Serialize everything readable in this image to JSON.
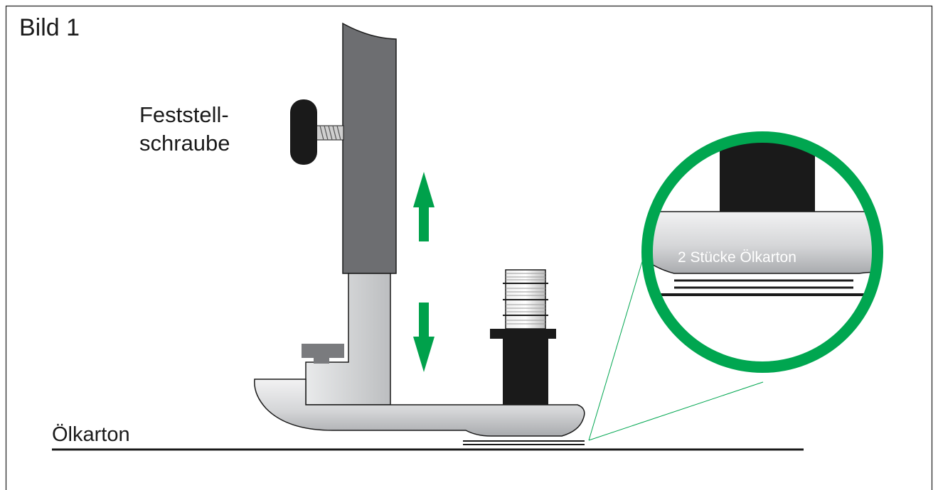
{
  "figure": {
    "title": "Bild 1",
    "screw_label_line1": "Feststell-",
    "screw_label_line2": "schraube",
    "oil_card_label": "Ölkarton",
    "detail_label": "2 Stücke Ölkarton"
  },
  "colors": {
    "frame": "#1a1a1a",
    "column_dark": "#6d6e71",
    "metal_light": "#d1d2d4",
    "black_part": "#1a1a1a",
    "arrow_green": "#00a14b",
    "magnifier_ring": "#00a650"
  },
  "icons": {
    "up_arrow": "arrow-up-icon",
    "down_arrow": "arrow-down-icon"
  }
}
